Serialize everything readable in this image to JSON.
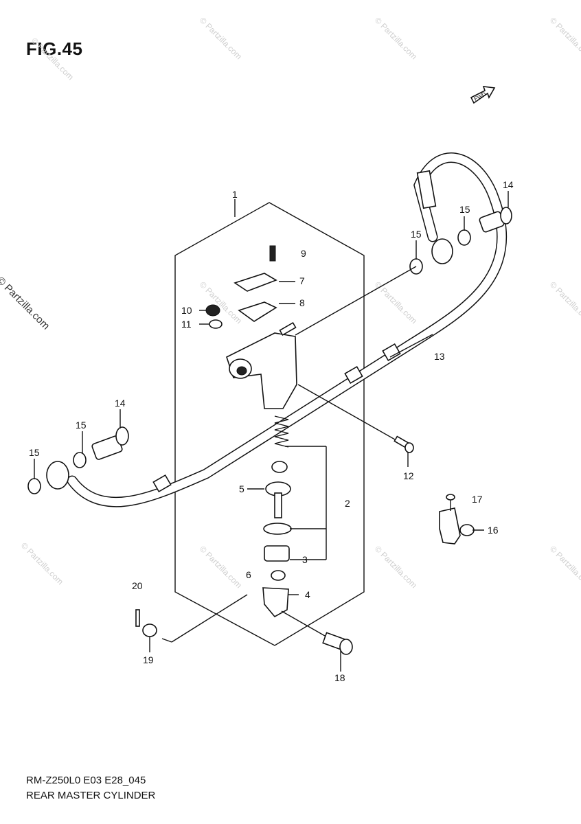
{
  "figure": {
    "title": "FIG.45",
    "fwd_label": "FWD",
    "watermark_text": "© Partzilla.com"
  },
  "diagram": {
    "callouts": [
      "1",
      "2",
      "3",
      "4",
      "5",
      "6",
      "7",
      "8",
      "9",
      "10",
      "11",
      "12",
      "13",
      "14",
      "14",
      "15",
      "15",
      "15",
      "15",
      "16",
      "17",
      "18",
      "19",
      "20"
    ]
  },
  "footer": {
    "code": "RM-Z250L0 E03 E28_045",
    "name": "REAR MASTER CYLINDER"
  }
}
